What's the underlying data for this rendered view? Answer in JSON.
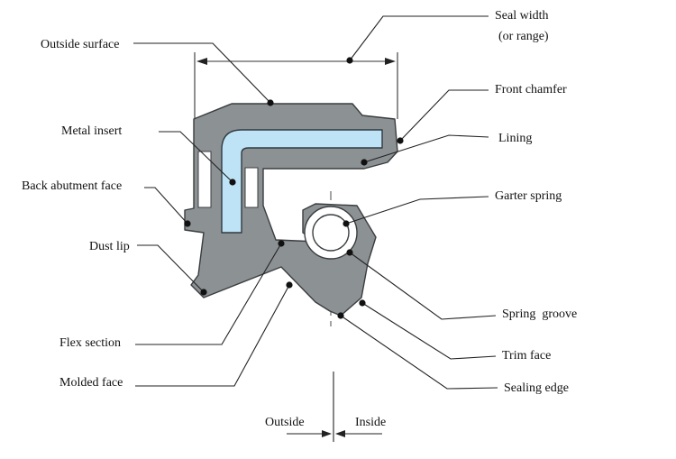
{
  "labels": {
    "seal_width": "Seal width",
    "seal_width_range": "(or range)",
    "outside_surface": "Outside surface",
    "front_chamfer": "Front chamfer",
    "metal_insert": "Metal insert",
    "lining": "Lining",
    "back_abutment_face": "Back abutment face",
    "garter_spring": "Garter spring",
    "dust_lip": "Dust lip",
    "spring_groove": "Spring  groove",
    "flex_section": "Flex section",
    "trim_face": "Trim face",
    "molded_face": "Molded face",
    "sealing_edge": "Sealing edge",
    "outside": "Outside",
    "inside": "Inside"
  },
  "colors": {
    "seal_body": "#8c9194",
    "seal_outline": "#3a3d3f",
    "metal_insert": "#bfe3f6",
    "insert_outline": "#2f3a40",
    "leader_line": "#222222",
    "text": "#111111"
  }
}
